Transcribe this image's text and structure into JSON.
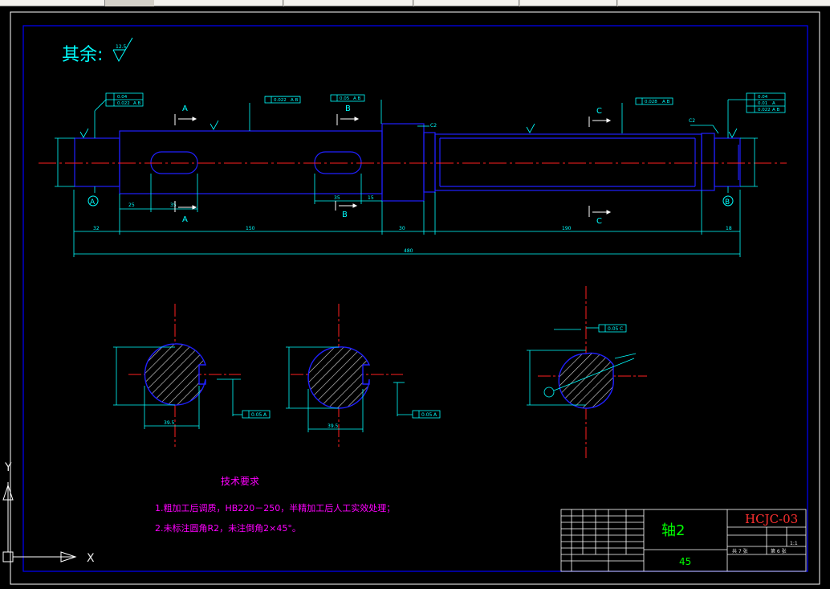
{
  "window": {
    "background": "#000000",
    "frame_color": "#ffffff",
    "border_color": "#0000ff",
    "geometry_color": "#0000ff",
    "dim_color": "#00ffff",
    "center_color": "#ff0000",
    "note_color": "#ff00ff"
  },
  "drawing": {
    "roughness_note": "其余:",
    "roughness_value": "12.5",
    "section_letters": {
      "a": "A",
      "b": "B",
      "c": "C"
    },
    "datum_a": "A",
    "datum_b": "B",
    "tolerances": {
      "left_runout_1": "0.04",
      "left_runout_2": "0.022",
      "left_ab": "A B",
      "mid_runout": "0.022",
      "mid_ab": "A B",
      "b_runout": "0.05",
      "b_ab": "A B",
      "c_runout": "0.028",
      "c_ab": "A B",
      "right_1": "0.04",
      "right_2": "0.01",
      "right_3": "0.022",
      "right_a": "A",
      "right_ab": "A B"
    },
    "chamfer_left": "C2",
    "chamfer_right": "C2",
    "dims": {
      "d25": "25",
      "d35a": "35",
      "d35b": "35",
      "d15": "15",
      "d30": "30",
      "d190": "190",
      "d150": "150",
      "d32": "32",
      "d480": "480",
      "d18": "18"
    },
    "sections": {
      "s1_width": "39.5",
      "s2_width": "39.5",
      "s1_tol": "0.05",
      "s1_datum": "A",
      "s2_tol": "0.05",
      "s2_datum": "A",
      "s3_tol": "0.05",
      "s3_datum": "C"
    }
  },
  "notes": {
    "heading": "技术要求",
    "line1": "1.粗加工后调质，HB220－250，半精加工后人工实效处理；",
    "line2": "2.未标注圆角R2，未注倒角2×45°。"
  },
  "title_block": {
    "part_name": "轴2",
    "drawing_no": "HCJC-03",
    "material": "45",
    "scale": "1:1",
    "sheets": "共 7 张",
    "sheet_no": "第 6 张"
  },
  "ucs": {
    "x": "X",
    "y": "Y"
  }
}
